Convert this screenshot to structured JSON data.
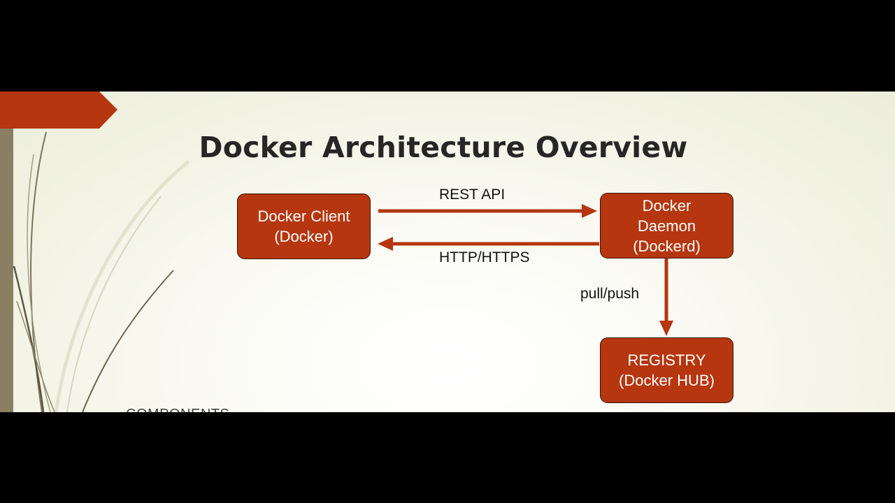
{
  "slide": {
    "title": "Docker Architecture Overview",
    "bottom_text": "COMPONENTS"
  },
  "diagram": {
    "nodes": {
      "client": {
        "lines": [
          "Docker Client",
          "(Docker)"
        ]
      },
      "daemon": {
        "lines": [
          "Docker",
          "Daemon",
          "(Dockerd)"
        ]
      },
      "registry": {
        "lines": [
          "REGISTRY",
          "(Docker HUB)"
        ]
      }
    },
    "edges": {
      "rest": {
        "from": "client",
        "to": "daemon",
        "label": "REST API"
      },
      "http": {
        "from": "daemon",
        "to": "client",
        "label": "HTTP/HTTPS"
      },
      "pull": {
        "from": "daemon",
        "to": "registry",
        "label": "pull/push"
      }
    }
  },
  "colors": {
    "accent": "#b5360f",
    "box_border": "#3d1408",
    "letterbox": "#000000",
    "side_bar": "#8a7f63"
  }
}
